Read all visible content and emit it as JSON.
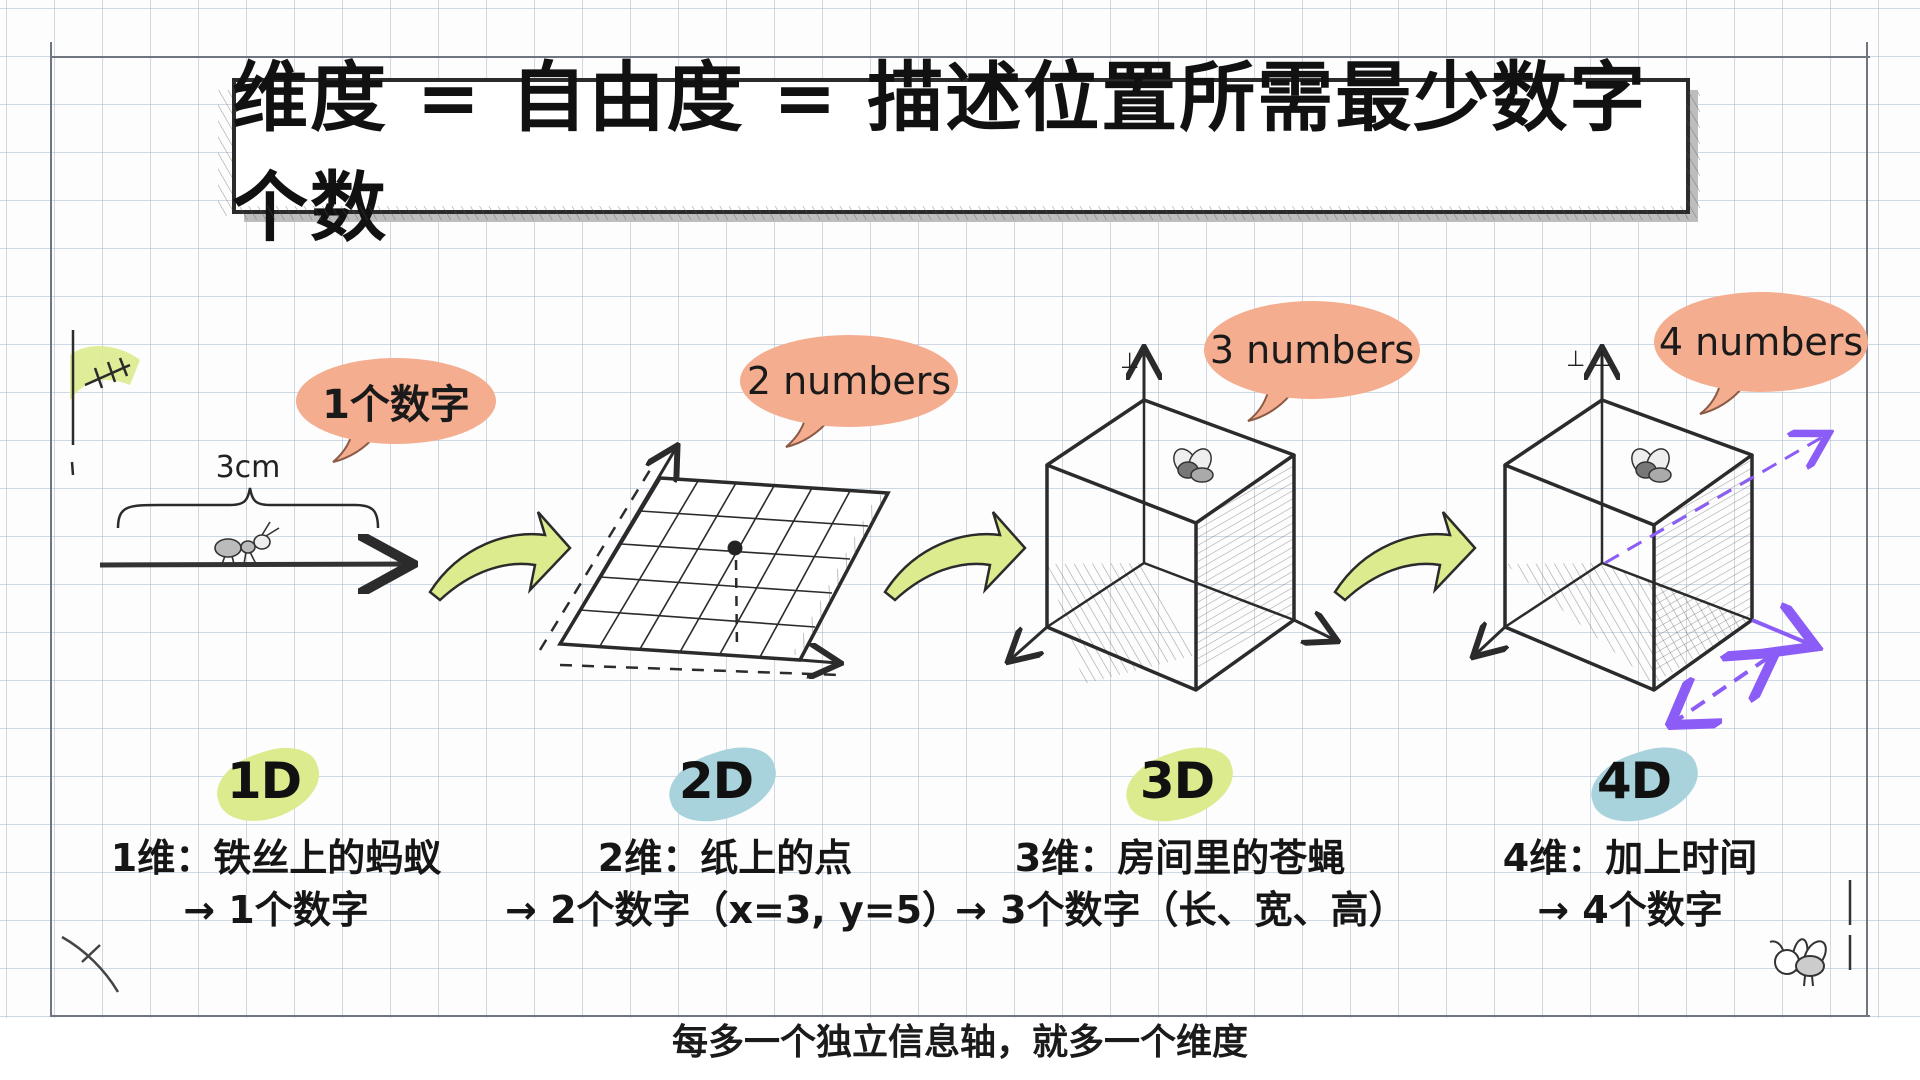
{
  "title": "维度 = 自由度 = 描述位置所需最少数字个数",
  "colors": {
    "bubble": "#f4ad8f",
    "highlight_green": "#dbeb8e",
    "highlight_blue": "#a8d3dc",
    "time_axis_purple": "#8b5cf6",
    "grid_line": "#96acc8",
    "ink": "#2b2b2b"
  },
  "panels": [
    {
      "id": "1d",
      "bubble": "1个数字",
      "annotation": "3cm",
      "illustration": "ant-on-wire",
      "label": "1D",
      "label_highlight": "green",
      "caption_line1": "1维：铁丝上的蚂蚁",
      "caption_line2": "→ 1个数字"
    },
    {
      "id": "2d",
      "bubble": "2 numbers",
      "illustration": "point-on-grid-paper",
      "label": "2D",
      "label_highlight": "blue",
      "caption_line1": "2维：纸上的点",
      "caption_line2": "→ 2个数字（x=3, y=5）"
    },
    {
      "id": "3d",
      "bubble": "3 numbers",
      "illustration": "fly-in-cube-room",
      "label": "3D",
      "label_highlight": "green",
      "caption_line1": "3维：房间里的苍蝇",
      "caption_line2": "→ 3个数字（长、宽、高）"
    },
    {
      "id": "4d",
      "bubble": "4 numbers",
      "illustration": "fly-in-cube-with-time-axis",
      "label": "4D",
      "label_highlight": "blue",
      "caption_line1": "4维：加上时间",
      "caption_line2": "→ 4个数字"
    }
  ],
  "perp_marks": {
    "single": "⊥",
    "double": "⊥ ⊥"
  },
  "footer": "每多一个独立信息轴，就多一个维度"
}
